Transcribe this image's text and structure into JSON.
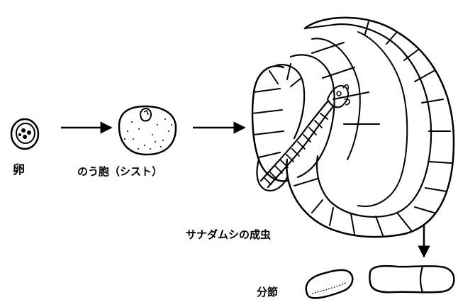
{
  "labels": {
    "egg": "卵",
    "cyst": "のう胞（シスト）",
    "adult": "サナダムシの成虫",
    "segment": "分節"
  },
  "colors": {
    "ink": "#000000",
    "background": "#ffffff"
  }
}
